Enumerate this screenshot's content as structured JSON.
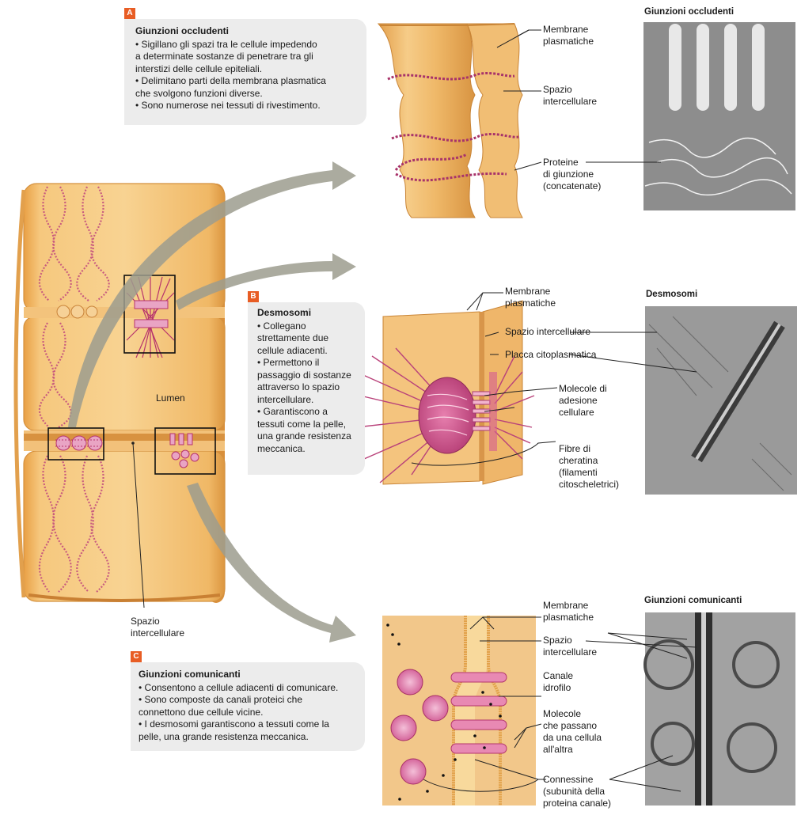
{
  "sections": {
    "a": {
      "badge": "A",
      "title": "Giunzioni occludenti",
      "items": [
        "• Sigillano gli spazi tra le cellule impedendo",
        "a determinate sostanze di penetrare tra gli",
        "interstizi delle cellule epiteliali.",
        "• Delimitano parti della membrana plasmatica",
        "che svolgono funzioni diverse.",
        "• Sono numerose nei tessuti di rivestimento."
      ],
      "labels": {
        "membrane_1": "Membrane",
        "membrane_2": "plasmatiche",
        "spazio_1": "Spazio",
        "spazio_2": "intercellulare",
        "proteine_1": "Proteine",
        "proteine_2": "di giunzione",
        "proteine_3": "(concatenate)"
      },
      "micro_title": "Giunzioni occludenti"
    },
    "b": {
      "badge": "B",
      "title": "Desmosomi",
      "items": [
        "• Collegano",
        "strettamente due",
        "cellule adiacenti.",
        "• Permettono il",
        "passaggio di sostanze",
        "attraverso lo spazio",
        "intercellulare.",
        "• Garantiscono a",
        "tessuti come la pelle,",
        "una grande resistenza",
        "meccanica."
      ],
      "labels": {
        "membrane_1": "Membrane",
        "membrane_2": "plasmatiche",
        "spazio": "Spazio intercellulare",
        "placca": "Placca citoplasmatica",
        "molecole_1": "Molecole di",
        "molecole_2": "adesione",
        "molecole_3": "cellulare",
        "fibre_1": "Fibre di",
        "fibre_2": "cheratina",
        "fibre_3": "(filamenti",
        "fibre_4": "citoscheletrici)"
      },
      "micro_title": "Desmosomi"
    },
    "c": {
      "badge": "C",
      "title": "Giunzioni comunicanti",
      "items": [
        "• Consentono a cellule adiacenti di comunicare.",
        "• Sono composte da canali proteici che",
        "connettono due cellule vicine.",
        "• I desmosomi garantiscono a tessuti come la",
        "pelle, una grande resistenza meccanica."
      ],
      "labels": {
        "membrane_1": "Membrane",
        "membrane_2": "plasmatiche",
        "spazio_1": "Spazio",
        "spazio_2": "intercellulare",
        "canale_1": "Canale",
        "canale_2": "idrofilo",
        "molecole_1": "Molecole",
        "molecole_2": "che passano",
        "molecole_3": "da una cellula",
        "molecole_4": "all'altra",
        "connessine_1": "Connessine",
        "connessine_2": "(subunità della",
        "connessine_3": "proteina canale)"
      },
      "micro_title": "Giunzioni comunicanti"
    }
  },
  "main_figure": {
    "lumen": "Lumen",
    "spazio_1": "Spazio",
    "spazio_2": "intercellulare"
  },
  "colors": {
    "cell": "#f0b25a",
    "cell_light": "#f8d59a",
    "protein": "#b3356c",
    "badge": "#e85d24",
    "box": "#ececec",
    "arrow": "#9c9c8e"
  }
}
